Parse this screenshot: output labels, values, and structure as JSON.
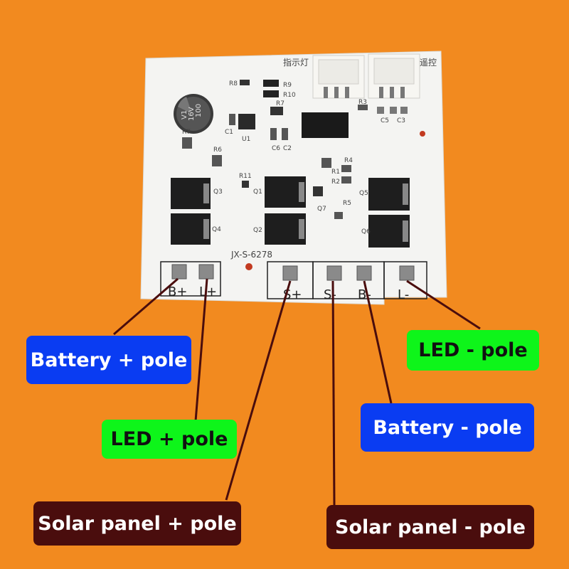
{
  "board": {
    "model": "JX-S-6278",
    "indicator_connector": "指示灯",
    "remote_connector": "遥控",
    "capacitor_marking": [
      "100",
      "16V",
      "V1"
    ],
    "component_labels": {
      "r8": "R8",
      "r9": "R9",
      "r10": "R10",
      "r7": "R7",
      "c1": "C1",
      "u1": "U1",
      "r3": "R3",
      "c5": "C5",
      "c3": "C3",
      "c6": "C6",
      "c2": "C2",
      "r6": "R6",
      "r11": "R11",
      "r4": "R4",
      "r1": "R1",
      "r2": "R2",
      "q3": "Q3",
      "q1": "Q1",
      "q5": "Q5",
      "q7": "Q7",
      "r5": "R5",
      "q4": "Q4",
      "q2": "Q2",
      "q6": "Q6",
      "r_cap": "R7"
    },
    "terminals": [
      "B+",
      "L+",
      "S+",
      "S-",
      "B-",
      "L-"
    ]
  },
  "labels": {
    "battery_plus": "Battery + pole",
    "led_plus": "LED + pole",
    "solar_plus": "Solar panel + pole",
    "led_minus": "LED - pole",
    "battery_minus": "Battery - pole",
    "solar_minus": "Solar panel - pole"
  },
  "colors": {
    "background": "#f28a1f",
    "battery_label": "#0a3cf2",
    "led_label": "#0ef51a",
    "solar_label": "#4a0d0d",
    "leader_line": "#4a0d0d",
    "board": "#f4f4f2"
  }
}
